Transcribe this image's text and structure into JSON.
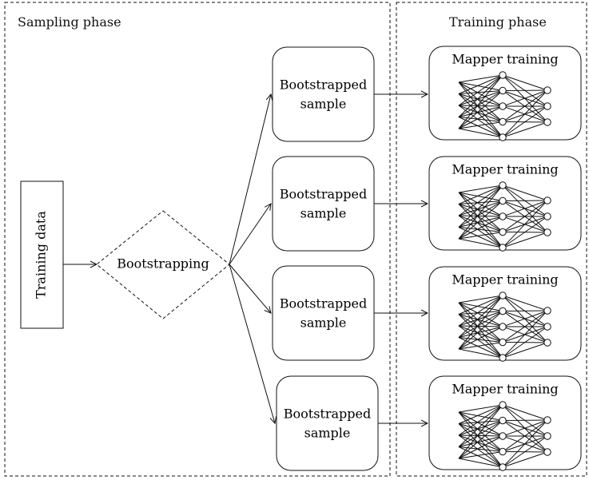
{
  "phases": {
    "sampling_label": "Sampling phase",
    "training_label": "Training phase"
  },
  "input": {
    "label": "Training data"
  },
  "bootstrap": {
    "label": "Bootstrapping"
  },
  "samples": [
    {
      "line1": "Bootstrapped",
      "line2": "sample"
    },
    {
      "line1": "Bootstrapped",
      "line2": "sample"
    },
    {
      "line1": "Bootstrapped",
      "line2": "sample"
    },
    {
      "line1": "Bootstrapped",
      "line2": "sample"
    }
  ],
  "mappers": [
    {
      "label": "Mapper training"
    },
    {
      "label": "Mapper training"
    },
    {
      "label": "Mapper training"
    },
    {
      "label": "Mapper training"
    }
  ],
  "network": {
    "layers": [
      5,
      5,
      3
    ]
  },
  "colors": {
    "stroke": "#111111",
    "background": "#ffffff"
  }
}
